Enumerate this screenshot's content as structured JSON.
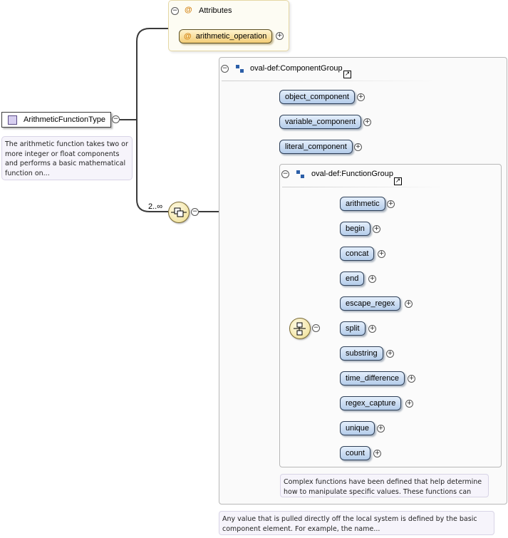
{
  "type": {
    "name": "ArithmeticFunctionType",
    "annotation": "The arithmetic function takes two or more integer or float components and performs a basic mathematical function on..."
  },
  "attributes": {
    "title": "Attributes",
    "items": [
      "arithmetic_operation"
    ]
  },
  "sequence": {
    "cardinality": "2..∞"
  },
  "component_group": {
    "label": "oval-def:ComponentGroup",
    "elements": [
      "object_component",
      "variable_component",
      "literal_component"
    ],
    "annotation": "Any value that is pulled directly off the local system is defined by the basic component element. For example, the name..."
  },
  "function_group": {
    "label": "oval-def:FunctionGroup",
    "elements": [
      "arithmetic",
      "begin",
      "concat",
      "end",
      "escape_regex",
      "split",
      "substring",
      "time_difference",
      "regex_capture",
      "unique",
      "count"
    ],
    "annotation": "Complex functions have been defined that help determine how to manipulate specific values. These functions can be..."
  },
  "icons": {
    "collapse": "minus-circle-icon",
    "expand": "plus-circle-icon",
    "attribute": "at-sign-icon",
    "reference": "arrow-link-icon",
    "group": "group-blocks-icon",
    "sequence": "sequence-compositor-icon",
    "choice": "choice-compositor-icon"
  },
  "colors": {
    "element_fill": "#b4ccea",
    "attribute_fill": "#f3cd77",
    "compositor_fill": "#f3e6a8",
    "annotation_fill": "#f6f4fb"
  }
}
